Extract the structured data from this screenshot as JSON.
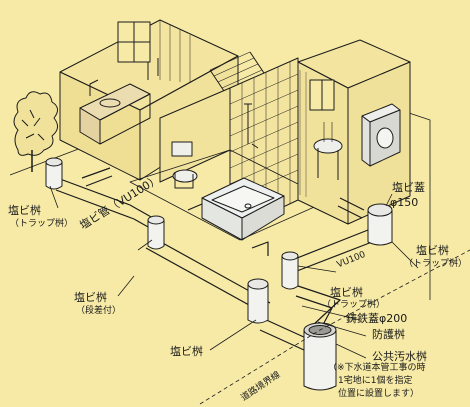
{
  "colors": {
    "paper": "#f6eaa6",
    "ink": "#1c1c1c",
    "pipe_fill": "#e9e9e4",
    "shade": "#8d8c86"
  },
  "labels": {
    "bin_left": "塩ビ桝",
    "bin_left_sub": "（トラップ桝）",
    "pipe_vu": "塩ビ管（VU100）",
    "bin_dansa": "塩ビ桝",
    "bin_dansa_sub": "（段差付）",
    "bin_lower": "塩ビ桝",
    "lid_pvc": "塩ビ蓋",
    "lid_pvc_size": "φ150",
    "bin_right": "塩ビ桝",
    "bin_right_sub": "（トラップ桝）",
    "pipe_vu_right": "VU100",
    "bin_mid": "塩ビ桝",
    "bin_mid_sub": "（トラップ桝）",
    "lid_iron": "鋳鉄蓋φ200",
    "sediment_bin": "防護桝",
    "public_bin": "公共汚水桝",
    "road_boundary": "道路境界線"
  },
  "note": {
    "line1": "（※下水道本管工事の時",
    "line2": "1宅地に1個を指定",
    "line3": "位置に設置します）"
  }
}
